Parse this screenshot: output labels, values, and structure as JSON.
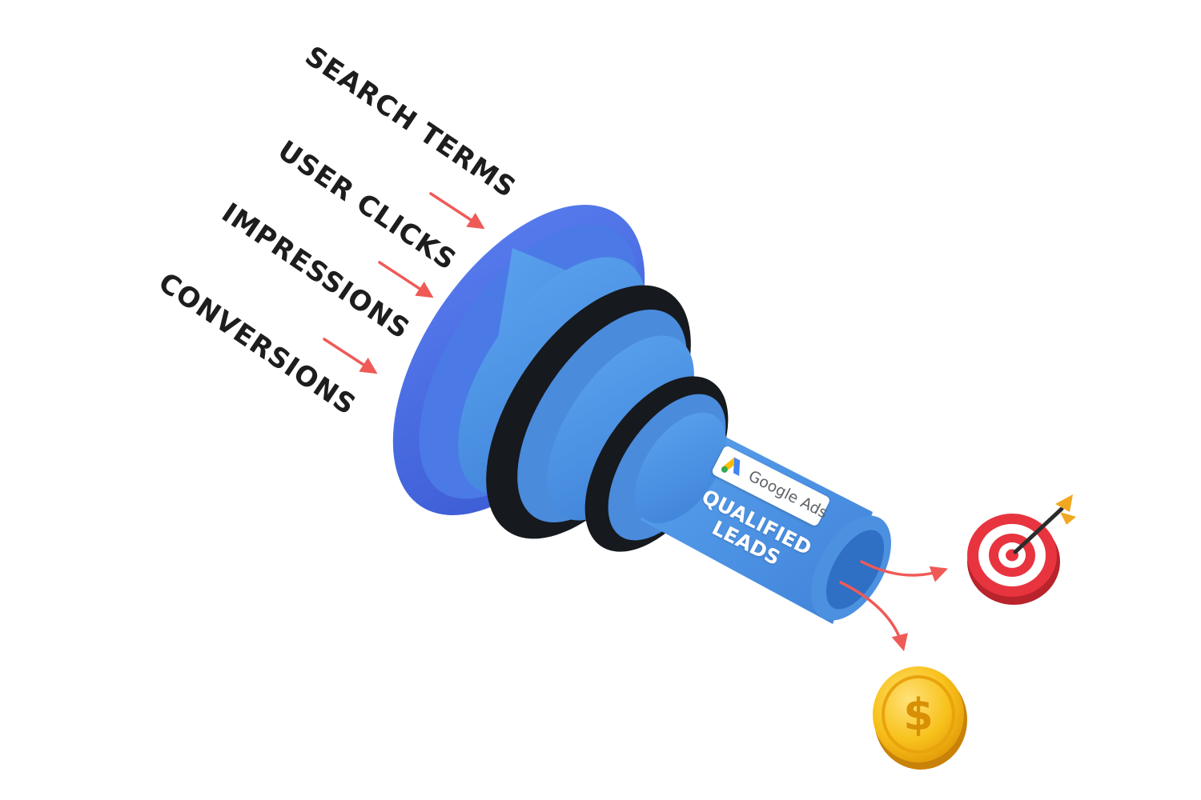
{
  "stages": [
    {
      "label": "SEARCH TERMS"
    },
    {
      "label": "USER CLICKS"
    },
    {
      "label": "IMPRESSIONS"
    },
    {
      "label": "CONVERSIONS"
    }
  ],
  "badge": {
    "brand": "Google Ads"
  },
  "output": {
    "line1": "QUALIFIED",
    "line2": "LEADS"
  },
  "results": [
    {
      "icon": "target-icon"
    },
    {
      "icon": "dollar-coin-icon"
    }
  ],
  "colors": {
    "funnel_outer": "#4a6ee0",
    "funnel_body": "#4d92e0",
    "funnel_ring": "#16191d",
    "arrow": "#ef5a57",
    "target_red": "#e8343f",
    "coin_gold": "#f5b516"
  }
}
